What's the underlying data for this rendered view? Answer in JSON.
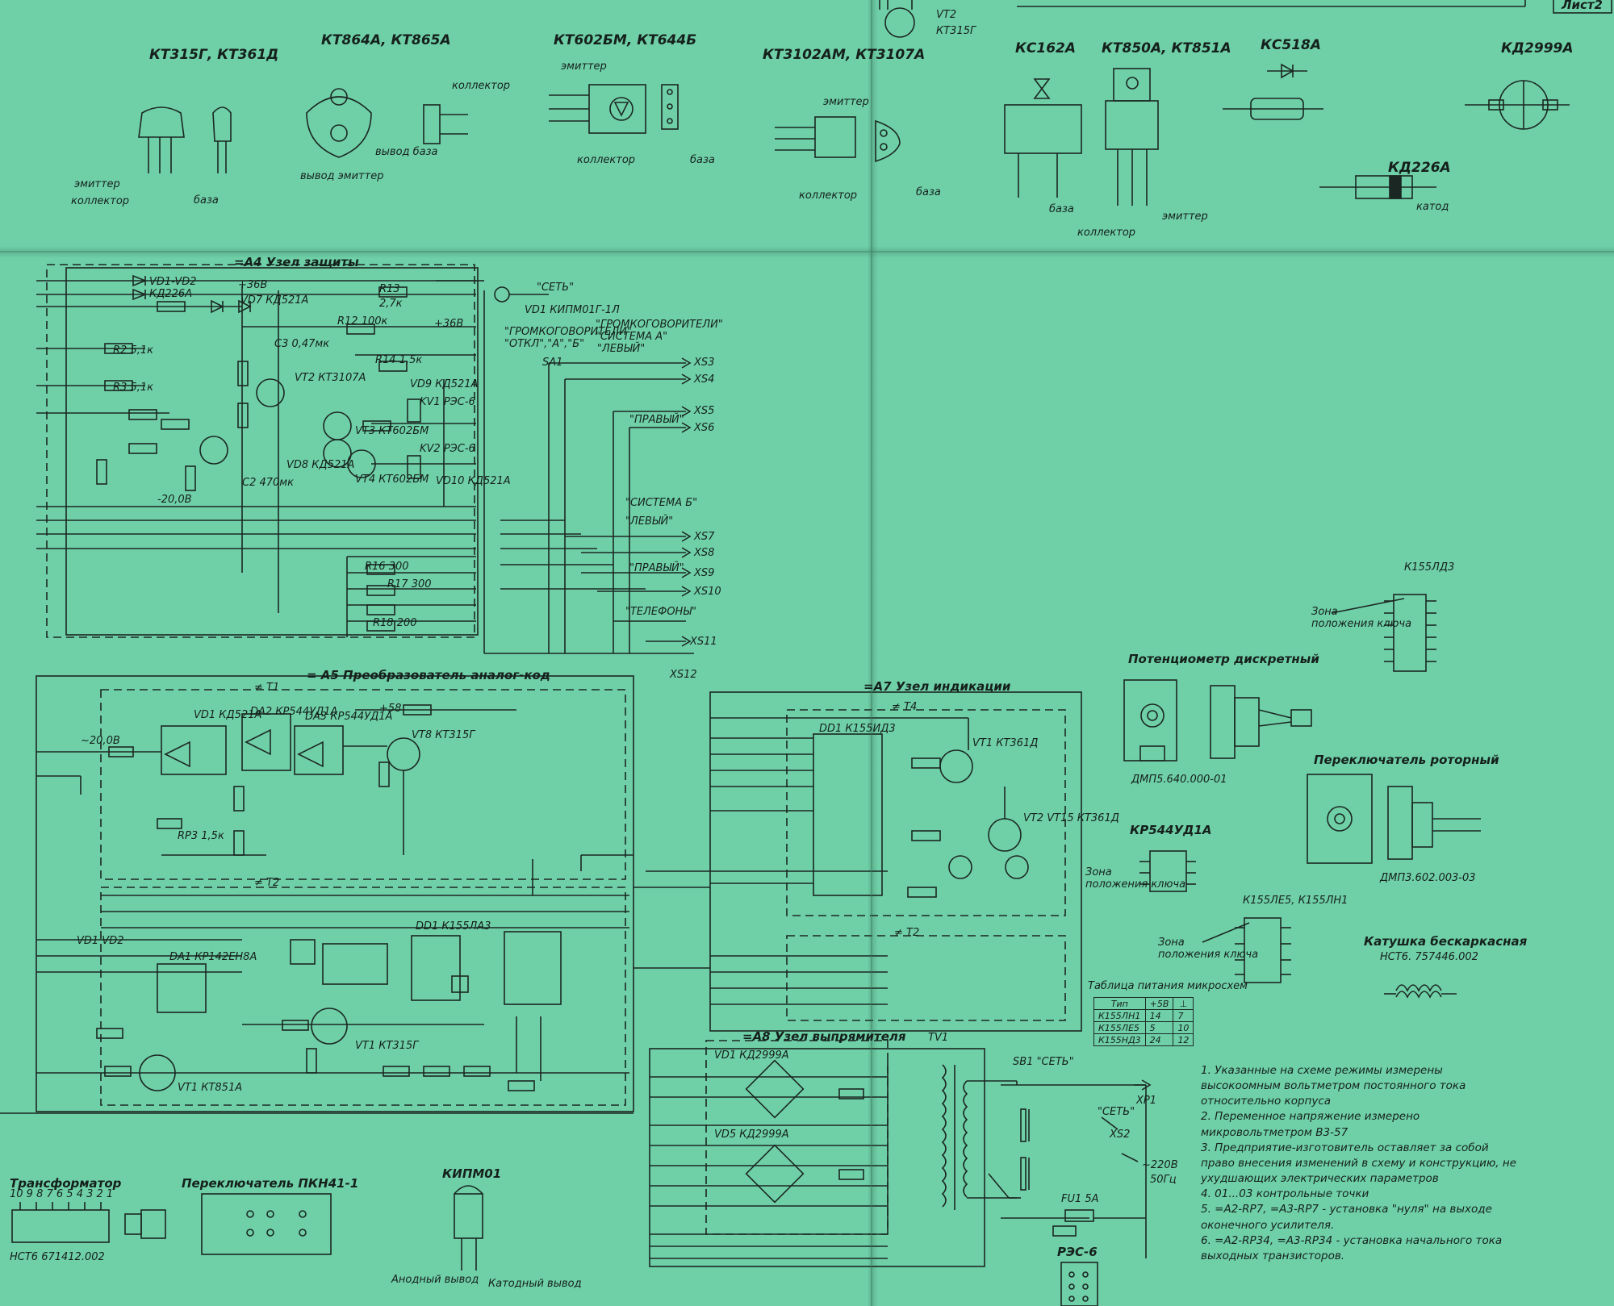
{
  "sheet": {
    "number": "Лист2"
  },
  "top": {
    "vt2": "VT2",
    "vt2_type": "КТ315Г"
  },
  "packages": {
    "kt315": {
      "title": "КТ315Г, КТ361Д",
      "emitter": "эмиттер",
      "collector": "коллектор",
      "base": "база"
    },
    "kt864": {
      "title": "КТ864А, КТ865А",
      "collector": "коллектор",
      "base": "вывод база",
      "emitter": "вывод эмиттер"
    },
    "kt602": {
      "title": "КТ602БМ, КТ644Б",
      "emitter": "эмиттер",
      "collector": "коллектор",
      "base": "база"
    },
    "kt3102": {
      "title": "КТ3102АМ, КТ3107А",
      "emitter": "эмиттер",
      "collector": "коллектор",
      "base": "база"
    },
    "kc162": {
      "title": "КС162А"
    },
    "kt850": {
      "title": "КТ850А, КТ851А",
      "base": "база",
      "collector": "коллектор",
      "emitter": "эмиттер"
    },
    "kc518": {
      "title": "КС518А"
    },
    "kd2999": {
      "title": "КД2999А"
    },
    "kd226": {
      "title": "КД226А",
      "cathode": "катод"
    }
  },
  "blocks": {
    "a4": {
      "title": "=А4   Узел защиты",
      "set": "\"СЕТЬ\"",
      "vd1": "VD1 КИПМ01Г-1Л",
      "speakers_1": "\"ГРОМКОГОВОРИТЕЛИ\"",
      "speakers_2": "\"ОТКЛ\",\"А\",\"Б\"",
      "speakers_3": "\"ГРОМКОГОВОРИТЕЛИ\"",
      "speakers_4": "\"СИСТЕМА А\"",
      "left": "\"ЛЕВЫЙ\"",
      "sa1": "SA1",
      "right": "\"ПРАВЫЙ\"",
      "system_b": "\"СИСТЕМА Б\"",
      "phones": "\"ТЕЛЕФОНЫ\"",
      "vd1_vd2": "VD1-VD2",
      "kd226a": "КД226А",
      "plus36": "+36В",
      "r13": "R13",
      "r13_val": "2,7к",
      "vd7": "VD7 КД521А",
      "r12": "R12 100к",
      "r2": "R2 5,1к",
      "r3": "R3 5,1к",
      "c3": "C3 0,47мк",
      "vt2": "VT2 КТ3107А",
      "r14": "R14 1,5к",
      "vd9": "VD9 КД521А",
      "vt3": "VT3 КТ602БМ",
      "vt4": "VT4 КТ602БМ",
      "vd8": "VD8 КД521А",
      "c2": "C2 470мк",
      "vd10": "VD10 КД521А",
      "kv1": "KV1 РЭС-6",
      "kv2": "KV2 РЭС-6",
      "minus20": "-20,0В",
      "r16": "R16 300",
      "r17": "R17 300",
      "r18": "R18 200"
    },
    "a5": {
      "title": "= А5 Преобразователь аналог-код",
      "t1": "≠ T1",
      "t2": "≠ T2",
      "vd1": "VD1 КД521А",
      "da2": "DA2 КР544УД1А",
      "da3": "DA3 КР544УД1А",
      "plus58": "+58",
      "vt8": "VT8 КТ315Г",
      "minus20": "~20,0В",
      "rp3": "RP3 1,5к",
      "vd1_vd2": "VD1 VD2",
      "da1": "DA1 КР142ЕН8А",
      "dd1": "DD1 К155ЛА3",
      "vt1": "VT1 КТ315Г",
      "vt1b": "VT1 КТ851А"
    },
    "a7": {
      "title": "=А7 Узел индикации",
      "t1": "≠ T4",
      "dd1": "DD1 К155ИД3",
      "vt1": "VT1 КТ361Д",
      "vt2": "VT2 VT15 КТ361Д",
      "t2": "≠ T2"
    },
    "a8": {
      "title": "=А8 Узел выпрямителя",
      "tv1": "TV1",
      "sb1": "SB1 \"СЕТЬ\"",
      "xp1": "XP1",
      "set": "\"СЕТЬ\"",
      "xs2": "XS2",
      "mains": "~220В",
      "freq": "50Гц",
      "fu1": "FU1 5А",
      "vd1": "VD1 КД2999А",
      "vd5": "VD5 КД2999А"
    }
  },
  "connectors": [
    "XS3",
    "XS4",
    "XS5",
    "XS6",
    "XS7",
    "XS8",
    "XS9",
    "XS10",
    "XS11",
    "XS12"
  ],
  "right": {
    "k155ld3": "К155ЛД3",
    "key_zone": "Зона",
    "key_pos": "положения ключа",
    "potentiometer": "Потенциометр дискретный",
    "pot_code": "ДМП5.640.000-01",
    "rotary": "Переключатель роторный",
    "rotary_code": "ДМП3.602.003-03",
    "kr544": "КР544УД1А",
    "k155le5": "К155ЛЕ5, К155ЛН1",
    "coil": "Катушка бескаркасная",
    "coil_code": "НСТ6. 757446.002"
  },
  "power_table": {
    "title": "Таблица питания микросхем",
    "headers": [
      "Тип",
      "+5В",
      "⊥"
    ],
    "rows": [
      [
        "К155ЛН1",
        "14",
        "7"
      ],
      [
        "К155ЛЕ5",
        "5",
        "10"
      ],
      [
        "К155НД3",
        "24",
        "12"
      ]
    ]
  },
  "notes": [
    "1. Указанные на схеме режимы измерены высокоомным вольтметром постоянного тока относительно корпуса",
    "2. Переменное напряжение измерено микровольтметром В3-57",
    "3. Предприятие-изготовитель оставляет за собой право внесения изменений в схему и конструкцию, не ухудшающих электрических параметров",
    "4. 01...03 контрольные точки",
    "5. =А2-RP7, =А3-RP7 - установка \"нуля\" на выходе оконечного усилителя.",
    "6. =А2-RP34, =А3-RP34 - установка начального тока выходных транзисторов."
  ],
  "bottom": {
    "transformer": "Трансформатор",
    "transformer_pins": "10 9 8 7 6 5 4 3 2 1",
    "transformer_code": "НСТ6 671412.002",
    "switch": "Переключатель ПКН41-1",
    "kipm01": "КИПМ01",
    "anode": "Анодный вывод",
    "cathode": "Катодный вывод",
    "rec6": "РЭС-6"
  }
}
